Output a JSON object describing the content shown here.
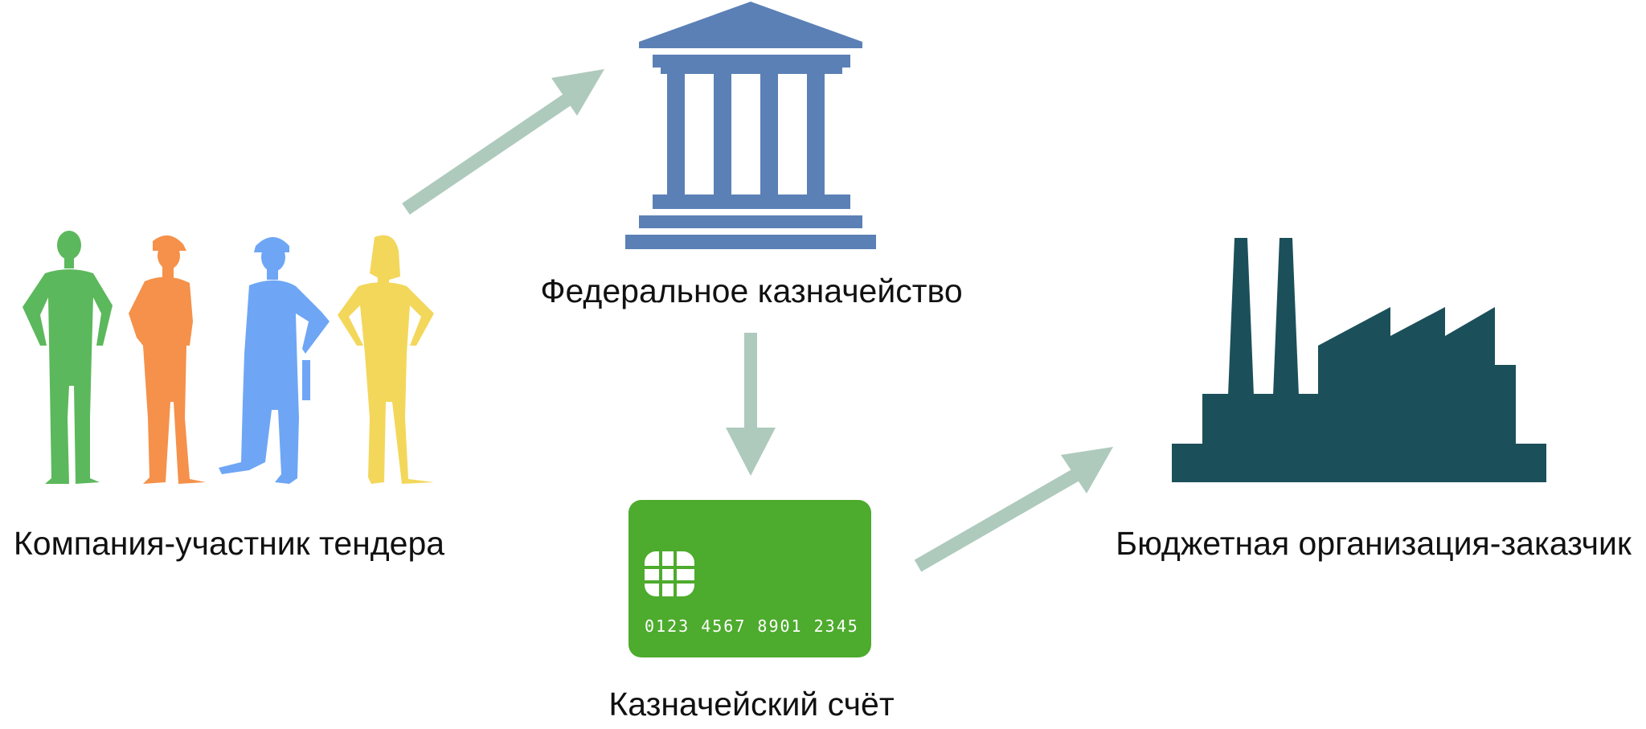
{
  "nodes": {
    "company": {
      "label": "Компания-участник тендера",
      "icon": "people-silhouettes-icon",
      "colors": [
        "#5cb85c",
        "#f5914a",
        "#6ea6f5",
        "#f3d75a"
      ]
    },
    "treasury": {
      "label": "Федеральное казначейство",
      "icon": "government-building-icon",
      "color": "#5b80b6"
    },
    "account": {
      "label": "Казначейский счёт",
      "icon": "bank-card-icon",
      "color": "#4dab2d",
      "card_number": "0123 4567 8901 2345"
    },
    "customer": {
      "label": "Бюджетная организация-заказчик",
      "icon": "factory-icon",
      "color": "#1b505a"
    }
  },
  "edges": [
    {
      "from": "company",
      "to": "treasury"
    },
    {
      "from": "treasury",
      "to": "account"
    },
    {
      "from": "account",
      "to": "customer"
    }
  ],
  "arrow_color": "#aecabd"
}
